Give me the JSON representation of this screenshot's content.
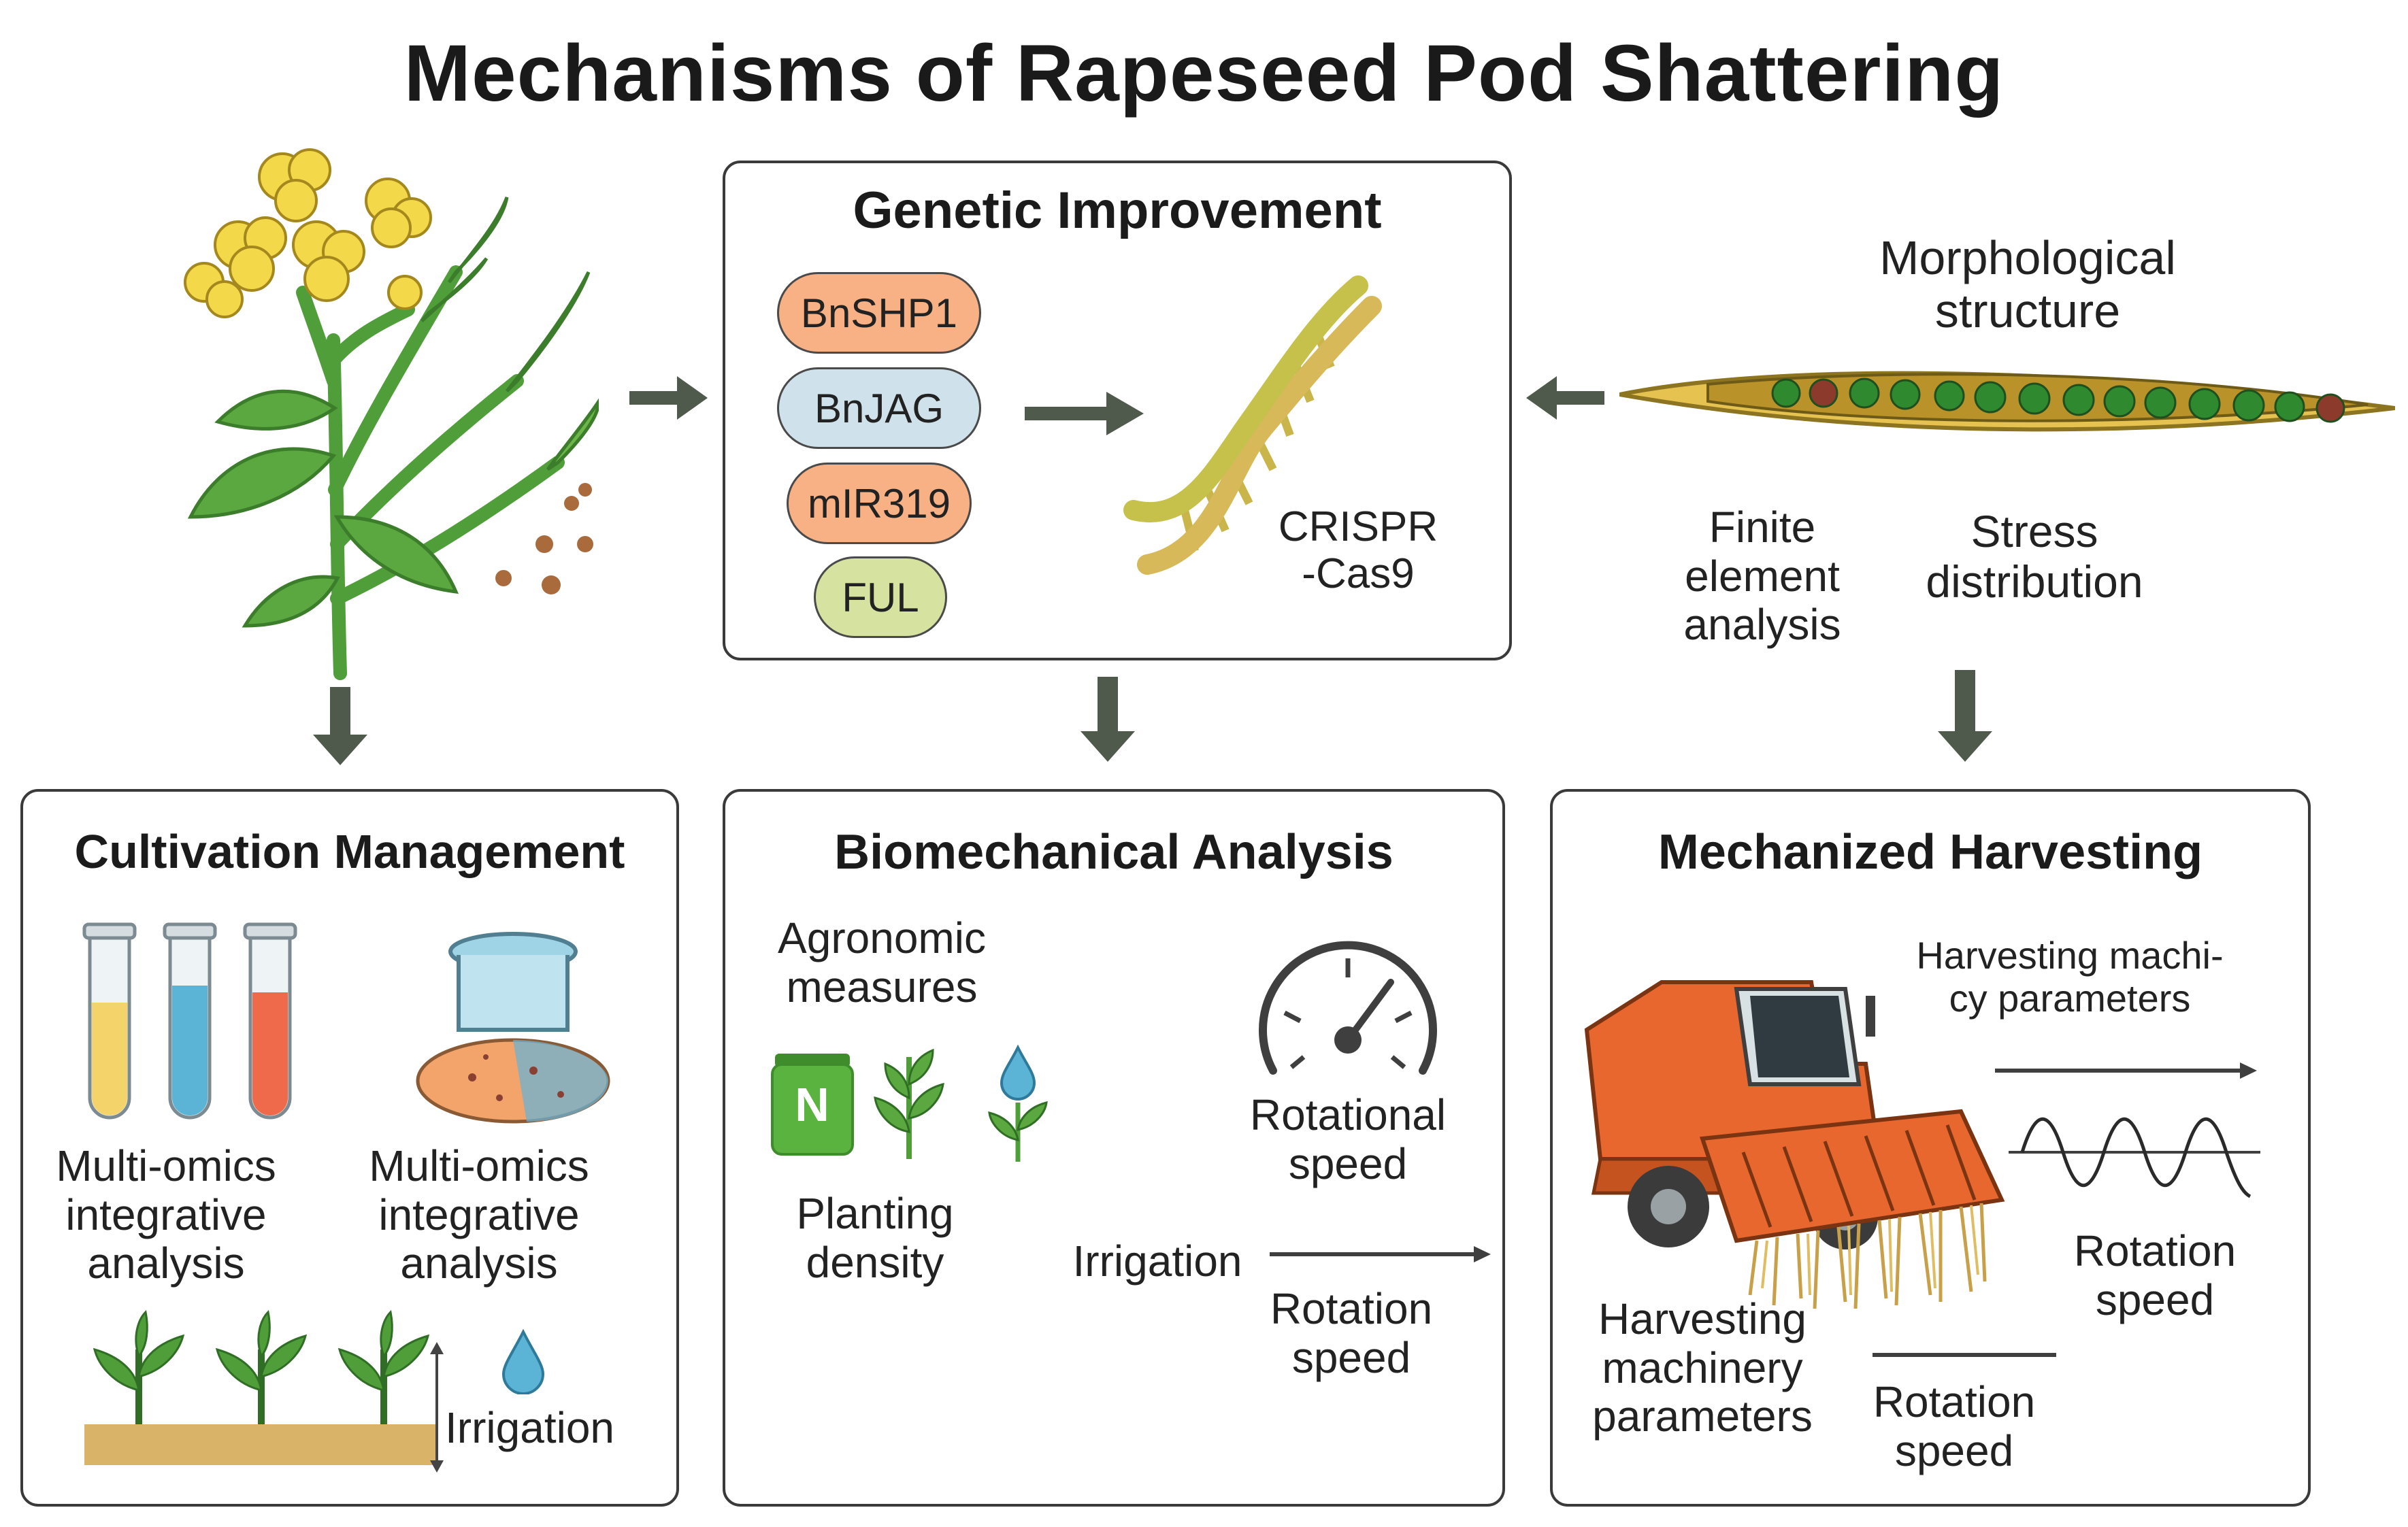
{
  "title": "Mechanisms of Rapeseed Pod Shattering",
  "genetic": {
    "title": "Genetic Improvement",
    "genes": [
      "BnSHP1",
      "BnJAG",
      "mIR319",
      "FUL"
    ],
    "crispr": [
      "CRISPR",
      "-Cas9"
    ]
  },
  "morphology": {
    "label": [
      "Morphological",
      "structure"
    ],
    "fea": [
      "Finite",
      "element",
      "analysis"
    ],
    "stress": [
      "Stress",
      "distribution"
    ]
  },
  "cultivation": {
    "title": "Cultivation Management",
    "omics_left": [
      "Multi-omics",
      "integrative",
      "analysis"
    ],
    "omics_right": [
      "Multi-omics",
      "integrative",
      "analysis"
    ],
    "irrigation": "Irrigation"
  },
  "biomech": {
    "title": "Biomechanical Analysis",
    "agronomic": [
      "Agronomic",
      "measures"
    ],
    "fertilizer_letter": "N",
    "planting": [
      "Planting",
      "density"
    ],
    "irrigation": "Irrigation",
    "rotational": [
      "Rotational",
      "speed"
    ],
    "rotation": [
      "Rotation",
      "speed"
    ]
  },
  "harvest": {
    "title": "Mechanized Harvesting",
    "machinery_top": [
      "Harvesting machi-",
      "cy parameters"
    ],
    "rotation_right": [
      "Rotation",
      "speed"
    ],
    "machinery_bottom": [
      "Harvesting",
      "machinery",
      "parameters"
    ],
    "rotation_bottom": [
      "Rotation",
      "speed"
    ]
  },
  "colors": {
    "gene_pills": [
      "#f7b184",
      "#cfe1ea",
      "#f7b184",
      "#d6e3a0"
    ],
    "arrow": "#4f5a4c",
    "panel_border": "#3a3a3a",
    "harvester": "#e8672e",
    "leaf": "#4f9e3a",
    "flower": "#f3d94a"
  },
  "icons": [
    "rapeseed-plant-icon",
    "dna-helix-icon",
    "seed-pod-icon",
    "test-tubes-icon",
    "soil-flask-icon",
    "seedlings-icon",
    "water-drop-icon",
    "fertilizer-bag-icon",
    "sprout-icon",
    "gauge-icon",
    "sine-wave-icon",
    "combine-harvester-icon"
  ]
}
